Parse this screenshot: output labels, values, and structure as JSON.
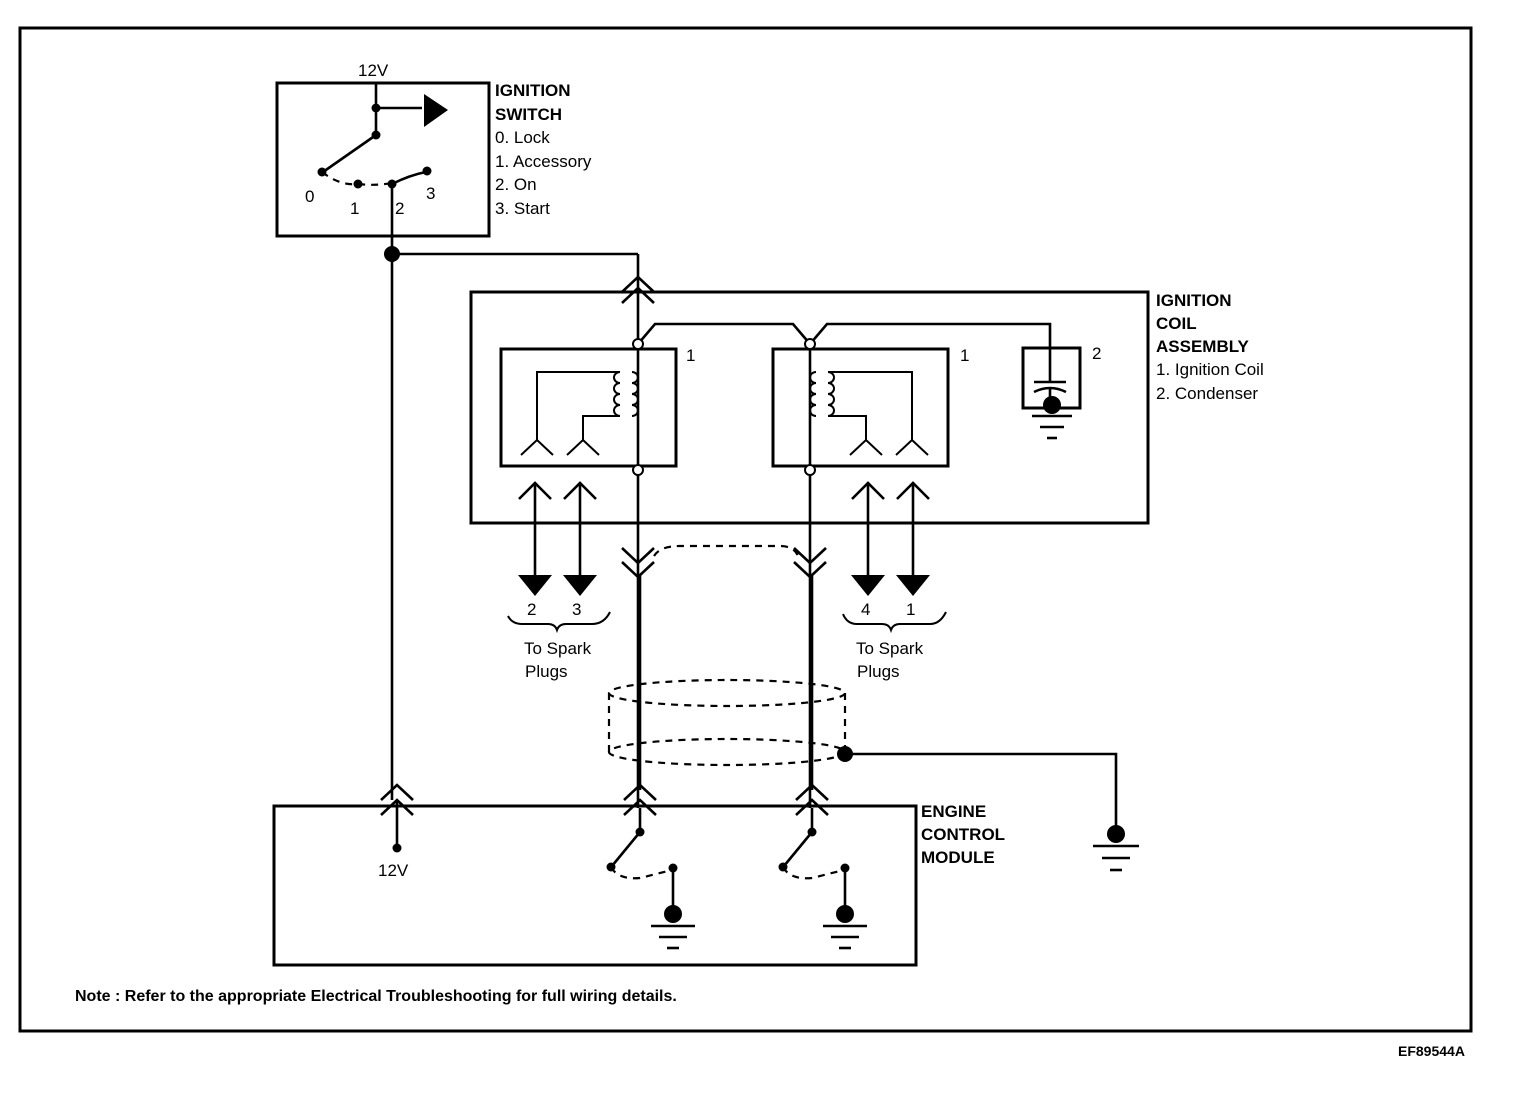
{
  "ignition_switch": {
    "supply": "12V",
    "title_line1": "IGNITION",
    "title_line2": "SWITCH",
    "positions": [
      "0. Lock",
      "1. Accessory",
      "2. On",
      "3. Start"
    ],
    "terminals": [
      "0",
      "1",
      "2",
      "3"
    ]
  },
  "coil_assembly": {
    "title_line1": "IGNITION",
    "title_line2": "COIL",
    "title_line3": "ASSEMBLY",
    "items": [
      "1. Ignition Coil",
      "2. Condenser"
    ],
    "coil_a_tag": "1",
    "coil_b_tag": "1",
    "condenser_tag": "2"
  },
  "spark_plugs": {
    "left_numbers": [
      "2",
      "3"
    ],
    "right_numbers": [
      "4",
      "1"
    ],
    "label_line1": "To Spark",
    "label_line2": "Plugs"
  },
  "ecm": {
    "title_line1": "ENGINE",
    "title_line2": "CONTROL",
    "title_line3": "MODULE",
    "supply": "12V"
  },
  "note": "Note : Refer to the appropriate Electrical Troubleshooting for full wiring details.",
  "figure_code": "EF89544A"
}
